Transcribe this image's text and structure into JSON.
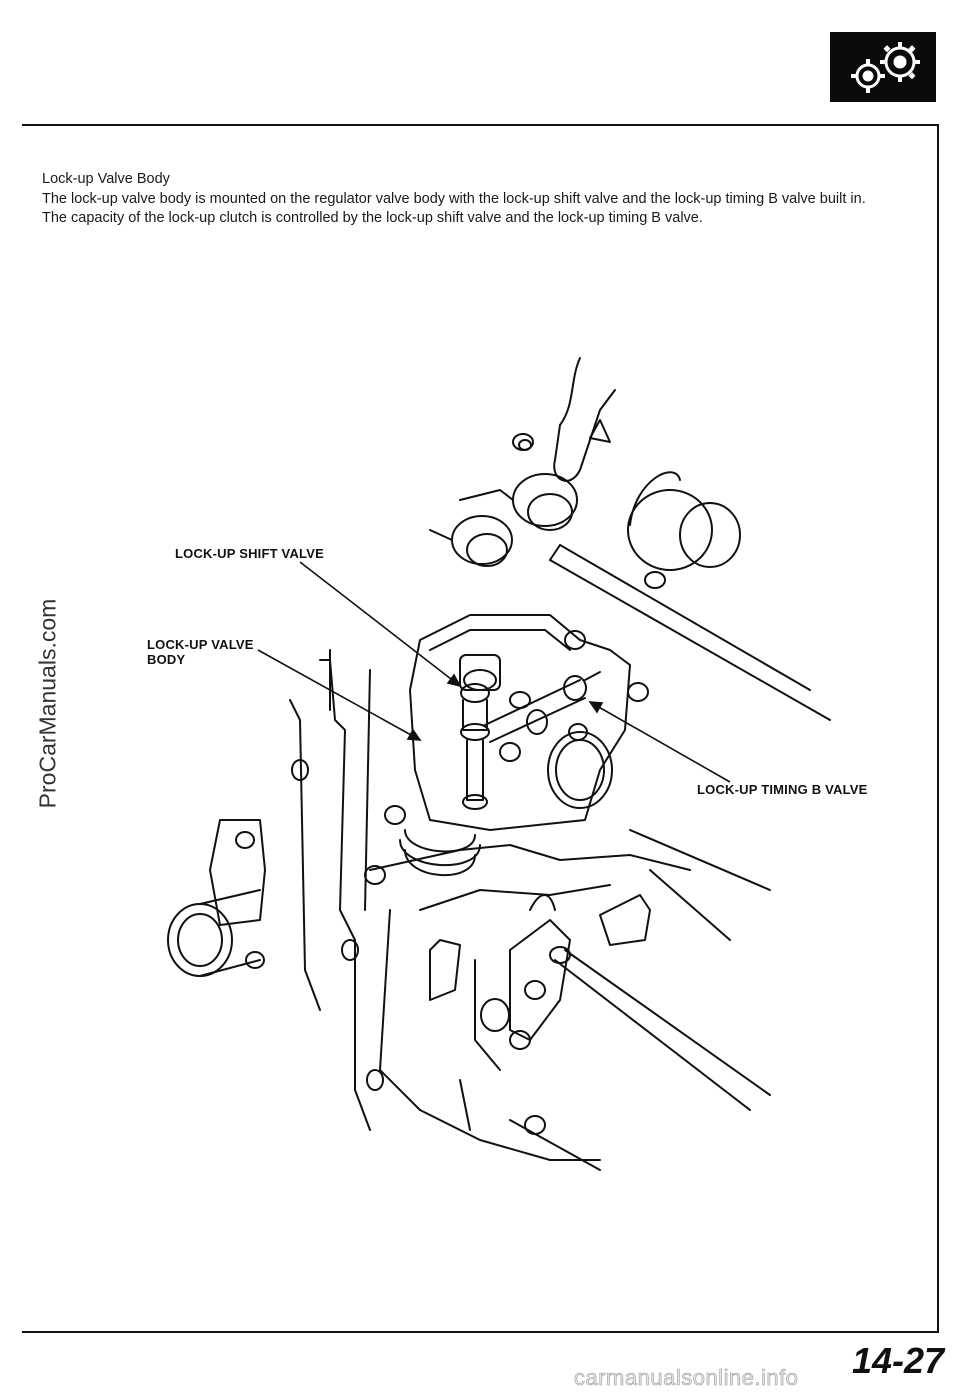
{
  "header": {
    "badge_icon": "gears-icon"
  },
  "section": {
    "title": "Lock-up Valve Body",
    "paragraph1": "The lock-up valve body is mounted on the regulator valve body with the lock-up shift valve and the lock-up timing B valve built in.",
    "paragraph2": "The capacity of the lock-up clutch is controlled by the lock-up shift valve and the lock-up timing B valve."
  },
  "figure": {
    "labels": {
      "shift_valve": "LOCK-UP SHIFT VALVE",
      "valve_body_line1": "LOCK-UP VALVE",
      "valve_body_line2": "BODY",
      "timing_valve": "LOCK-UP TIMING B VALVE"
    }
  },
  "footer": {
    "page_number": "14-27",
    "side_watermark": "ProCarManuals.com",
    "bottom_watermark": "carmanualsonline.info"
  }
}
